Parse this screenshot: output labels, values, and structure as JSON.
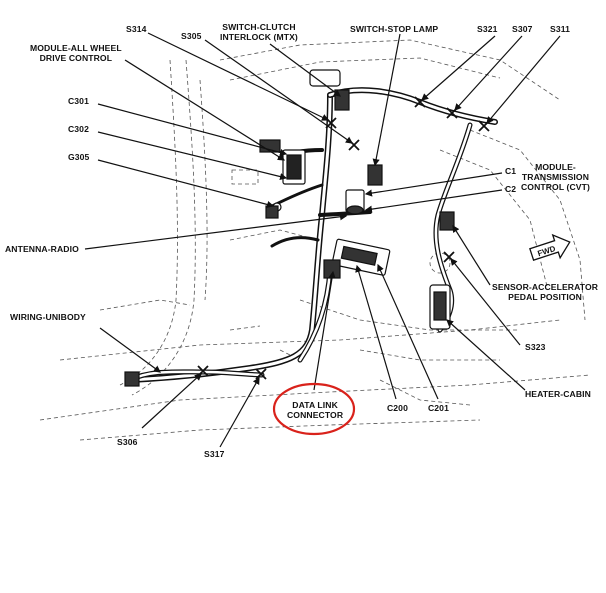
{
  "labels": {
    "s314": "S314",
    "s305_top": "S305",
    "switch_clutch": "SWITCH-CLUTCH\nINTERLOCK (MTX)",
    "switch_stop": "SWITCH-STOP LAMP",
    "s321": "S321",
    "s307": "S307",
    "s311": "S311",
    "module_awd": "MODULE-ALL WHEEL\nDRIVE CONTROL",
    "c301": "C301",
    "c302": "C302",
    "g305": "G305",
    "c1": "C1",
    "c2": "C2",
    "module_trans": "MODULE-\nTRANSMISSION\nCONTROL (CVT)",
    "antenna": "ANTENNA-RADIO",
    "sensor_accel": "SENSOR-ACCELERATOR\nPEDAL POSITION",
    "wiring_unibody": "WIRING-UNIBODY",
    "s323": "S323",
    "heater_cabin": "HEATER-CABIN",
    "data_link": "DATA LINK\nCONNECTOR",
    "c200": "C200",
    "c201": "C201",
    "s306": "S306",
    "s317": "S317",
    "fwd": "FWD"
  },
  "colors": {
    "highlight_circle": "#d9221b",
    "line": "#111111"
  }
}
